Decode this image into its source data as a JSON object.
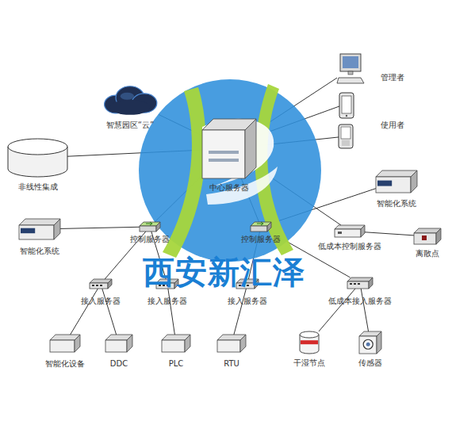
{
  "diagram": {
    "nodes": [
      {
        "text": [
          "智慧园区“云”"
        ]
      },
      {
        "text": [
          "管理者"
        ]
      },
      {
        "text": [
          "使用者"
        ]
      },
      {
        "text": [
          "中心服务器"
        ]
      },
      {
        "text": [
          "非线性集成"
        ]
      },
      {
        "text": [
          "智能化系统"
        ]
      },
      {
        "text": [
          "智能化系统"
        ]
      },
      {
        "text": [
          "控制服务器"
        ]
      },
      {
        "text": [
          "控制服务器"
        ]
      },
      {
        "text": [
          "低成本控制服务器"
        ]
      },
      {
        "text": [
          "离散点"
        ]
      },
      {
        "text": [
          "接入服务器"
        ]
      },
      {
        "text": [
          "接入服务器"
        ]
      },
      {
        "text": [
          "接入服务器"
        ]
      },
      {
        "text": [
          "低成本接入服务器"
        ]
      },
      {
        "text": [
          "智能化设备"
        ]
      },
      {
        "text": [
          "DDC"
        ]
      },
      {
        "text": [
          "PLC"
        ]
      },
      {
        "text": [
          "RTU"
        ]
      },
      {
        "text": [
          "干湿节点"
        ]
      },
      {
        "text": [
          "传感器"
        ]
      }
    ],
    "edges": [
      {
        "from": 3,
        "to": 0,
        "arrow": "none"
      },
      {
        "from": 3,
        "to": 1,
        "arrow": "none"
      },
      {
        "from": 3,
        "to": 2,
        "arrow": "none"
      },
      {
        "from": 3,
        "to": 4,
        "arrow": "none"
      },
      {
        "from": 3,
        "to": 7,
        "arrow": "none"
      },
      {
        "from": 3,
        "to": 8,
        "arrow": "none"
      },
      {
        "from": 3,
        "to": 9,
        "arrow": "none"
      },
      {
        "from": 7,
        "to": 6,
        "arrow": "none"
      },
      {
        "from": 8,
        "to": 5,
        "arrow": "none"
      },
      {
        "from": 8,
        "to": 14,
        "arrow": "none"
      },
      {
        "from": 9,
        "to": 10,
        "arrow": "none"
      },
      {
        "from": 7,
        "to": 11,
        "arrow": "none"
      },
      {
        "from": 7,
        "to": 12,
        "arrow": "none"
      },
      {
        "from": 8,
        "to": 13,
        "arrow": "none"
      },
      {
        "from": 11,
        "to": 15,
        "arrow": "none"
      },
      {
        "from": 11,
        "to": 16,
        "arrow": "none"
      },
      {
        "from": 12,
        "to": 17,
        "arrow": "none"
      },
      {
        "from": 13,
        "to": 18,
        "arrow": "none"
      },
      {
        "from": 14,
        "to": 19,
        "arrow": "none"
      },
      {
        "from": 14,
        "to": 20,
        "arrow": "none"
      }
    ],
    "labels": [
      "西安新汇泽"
    ]
  }
}
